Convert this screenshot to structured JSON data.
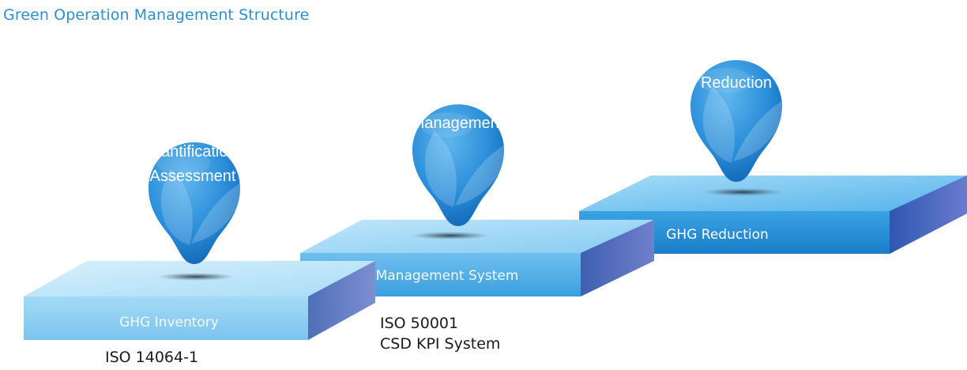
{
  "title": "Green Operation Management Structure",
  "steps": [
    {
      "pin_lines": [
        "Quantification /",
        "Assessment"
      ],
      "platform_label": "GHG Inventory",
      "standards": [
        "ISO 14064-1"
      ]
    },
    {
      "pin_lines": [
        "Management"
      ],
      "platform_label": "Management System",
      "standards": [
        "ISO 50001",
        "CSD KPI System"
      ]
    },
    {
      "pin_lines": [
        "Reduction"
      ],
      "platform_label": "GHG Reduction",
      "standards": []
    }
  ],
  "colors": {
    "title": "#2b8fcf",
    "pin_light": "#62b6ec",
    "pin_dark": "#0d63b3",
    "platform_top": "#8ccdf3",
    "platform_front_light": "#a9ddf8",
    "platform_front_dark": "#1b78c5"
  }
}
